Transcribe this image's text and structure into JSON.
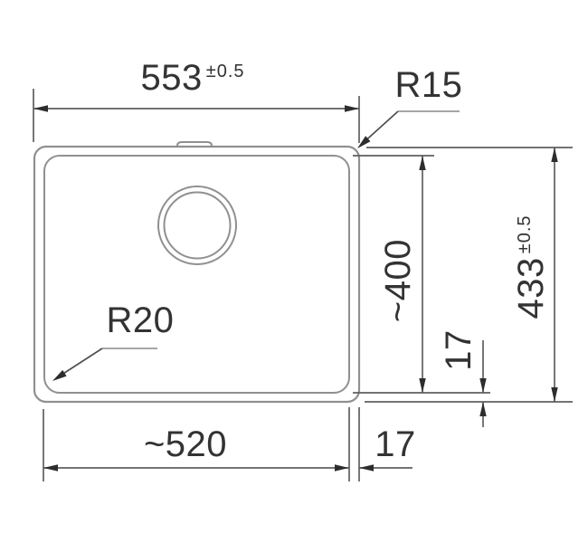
{
  "dimensions": {
    "overall_width": {
      "value": "553",
      "tolerance": "±0.5"
    },
    "overall_height": {
      "value": "433",
      "tolerance": "±0.5"
    },
    "bowl_width": {
      "value": "~520"
    },
    "bowl_height": {
      "value": "~400"
    },
    "corner_radius_outer": {
      "label": "R15"
    },
    "corner_radius_bowl": {
      "label": "R20"
    },
    "rim_offset_vertical": {
      "value": "17"
    },
    "rim_offset_horizontal": {
      "value": "17"
    }
  },
  "colors": {
    "bg": "#ffffff",
    "outline": "#909090",
    "dimline": "#5f5f5f",
    "arrow": "#2d2d2d",
    "text": "#333333",
    "leader-light": "#9a9a9a",
    "leader-dark": "#4f4f4f"
  }
}
